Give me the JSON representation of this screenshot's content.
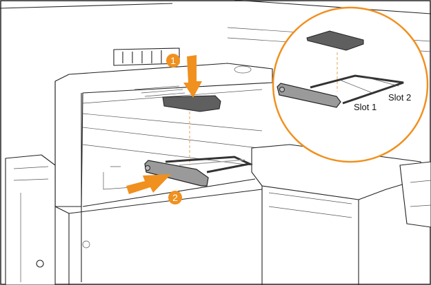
{
  "callouts": {
    "step1": "1",
    "step2": "2"
  },
  "detail": {
    "slot1_label": "Slot 1",
    "slot2_label": "Slot 2"
  },
  "colors": {
    "accent": "#f0901e",
    "card": "#5f5f5f",
    "tray": "#9a9a9a",
    "frame": "#222222"
  }
}
